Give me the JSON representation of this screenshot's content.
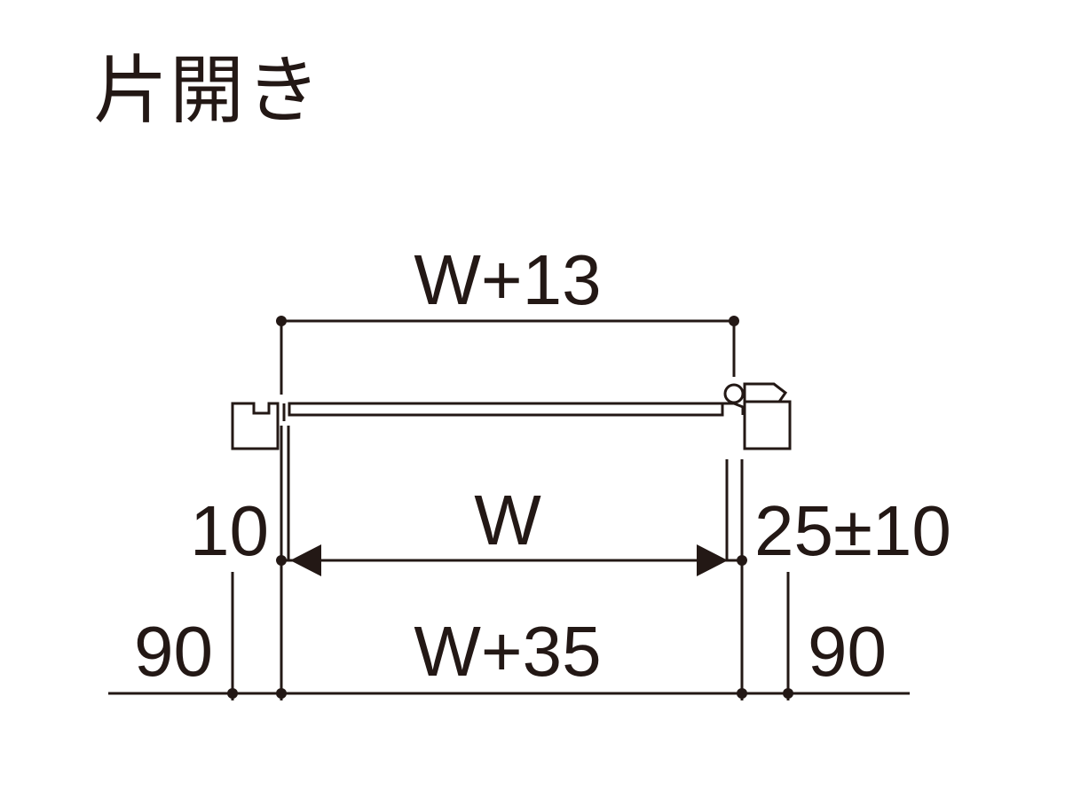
{
  "title": "片開き",
  "dimensions": {
    "overall_top": "W+13",
    "opening": "W",
    "left_clearance": "10",
    "right_clearance": "25±10",
    "overall_bottom": "W+35",
    "left_post": "90",
    "right_post": "90"
  },
  "colors": {
    "line": "#231815",
    "background": "#ffffff"
  }
}
